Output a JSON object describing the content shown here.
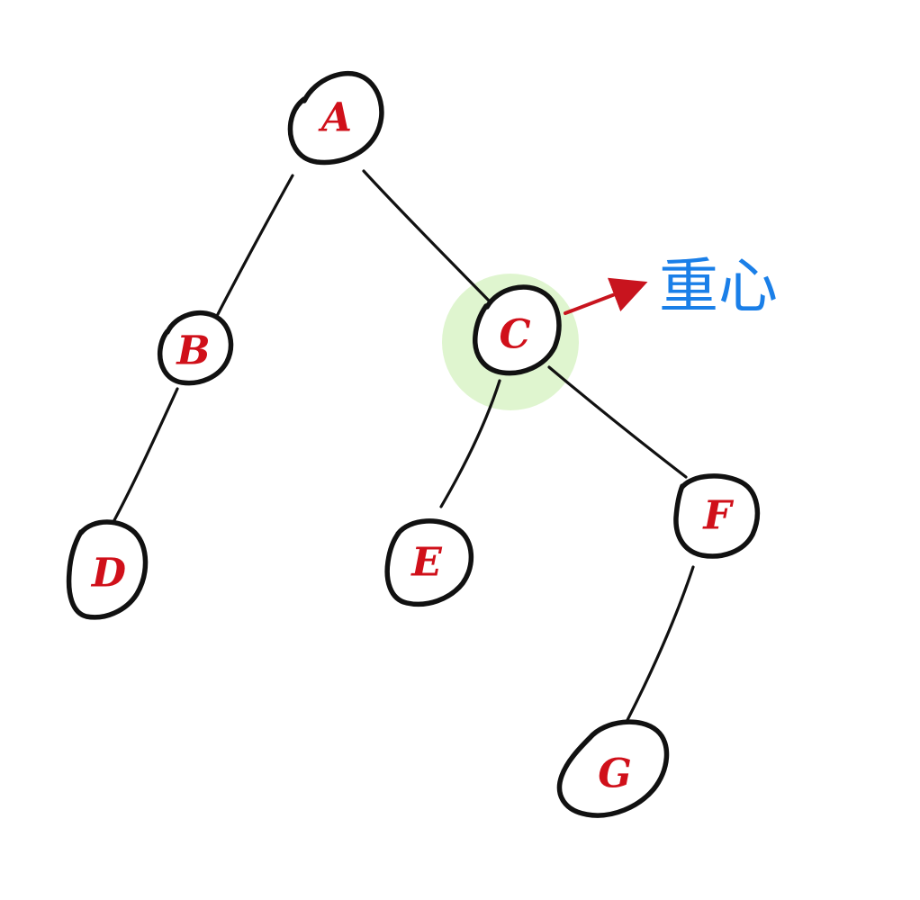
{
  "diagram": {
    "nodes": [
      {
        "id": "A",
        "label": "A"
      },
      {
        "id": "B",
        "label": "B"
      },
      {
        "id": "C",
        "label": "C",
        "highlighted": true
      },
      {
        "id": "D",
        "label": "D"
      },
      {
        "id": "E",
        "label": "E"
      },
      {
        "id": "F",
        "label": "F"
      },
      {
        "id": "G",
        "label": "G"
      }
    ],
    "edges": [
      {
        "from": "A",
        "to": "B"
      },
      {
        "from": "A",
        "to": "C"
      },
      {
        "from": "B",
        "to": "D"
      },
      {
        "from": "C",
        "to": "E"
      },
      {
        "from": "C",
        "to": "F"
      },
      {
        "from": "F",
        "to": "G"
      }
    ],
    "annotation": {
      "text": "重心",
      "points_to": "C"
    }
  },
  "colors": {
    "node_outline": "#111111",
    "node_label": "#d0101a",
    "edge": "#111111",
    "highlight": "#dff5cf",
    "arrow": "#c8141e",
    "annotation_text": "#1a7fe8"
  }
}
